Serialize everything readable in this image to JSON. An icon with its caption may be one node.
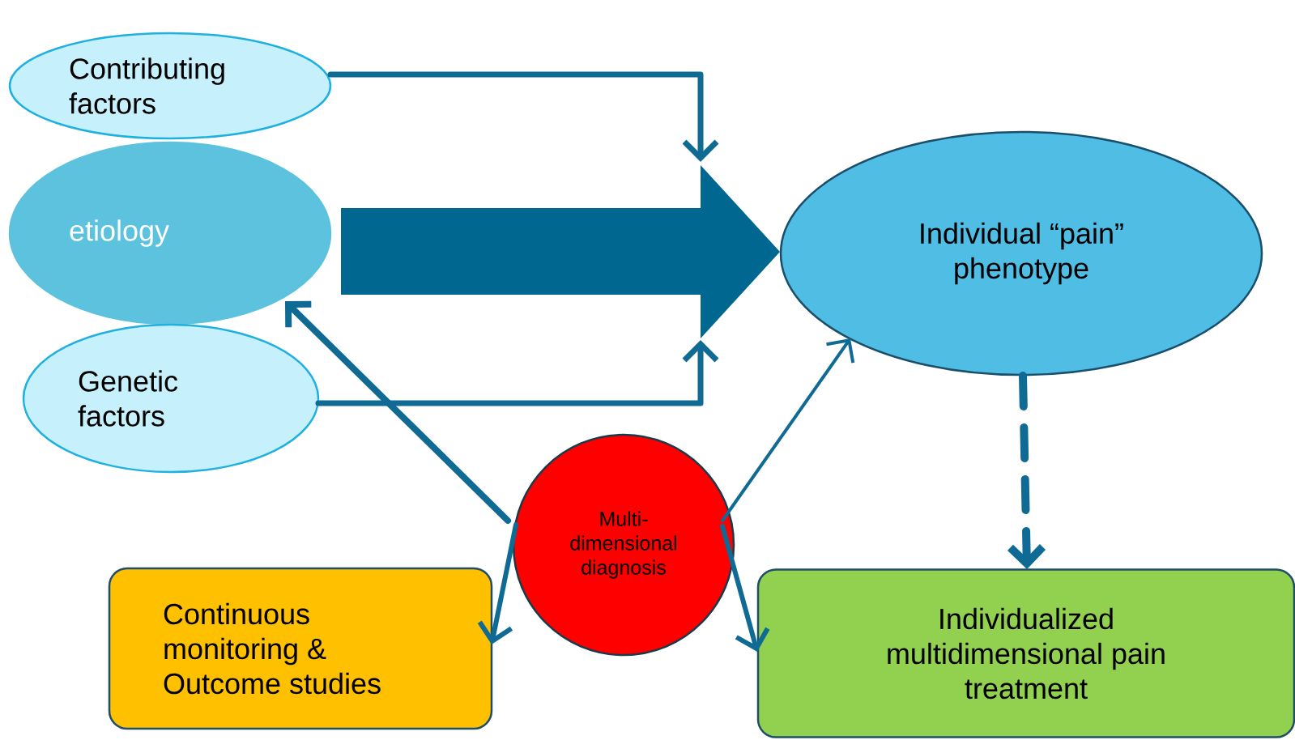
{
  "diagram": {
    "nodes": [
      {
        "text": [
          "Contributing factors"
        ]
      },
      {
        "text": [
          "etiology"
        ]
      },
      {
        "text": [
          "Genetic factors"
        ]
      },
      {
        "text": [
          "Individual “pain” phenotype"
        ]
      },
      {
        "text": [
          "Multi- dimensional diagnosis"
        ]
      },
      {
        "text": [
          "Continuous monitoring & Outcome studies"
        ]
      },
      {
        "text": [
          "Individualized multidimensional pain treatment"
        ]
      }
    ],
    "edges": [
      {
        "from": 0,
        "to": null,
        "arrow": "to"
      },
      {
        "from": 1,
        "to": 3,
        "arrow": "to",
        "style": "thick",
        "color": "#006890"
      },
      {
        "from": 2,
        "to": null,
        "arrow": "to"
      },
      {
        "from": 4,
        "to": 1,
        "arrow": "to"
      },
      {
        "from": 4,
        "to": 3,
        "arrow": "to"
      },
      {
        "from": 4,
        "to": 5,
        "arrow": "to"
      },
      {
        "from": 4,
        "to": 6,
        "arrow": "to"
      },
      {
        "from": 3,
        "to": 6,
        "arrow": "to",
        "style": "dashed"
      }
    ]
  }
}
